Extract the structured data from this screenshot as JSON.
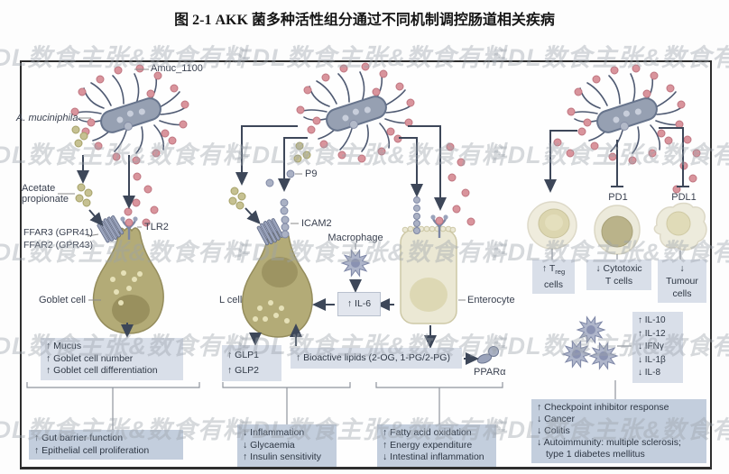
{
  "title": "图 2-1 AKK 菌多种活性组分通过不同机制调控肠道相关疾病",
  "watermark": "FDL数食主张&数食有料",
  "colors": {
    "box_light": "#d9dfe9",
    "box_dark": "#c3cedd",
    "arrow": "#3d4759",
    "cell_olive": "#b3ab77",
    "cell_cream": "#ebe8d4",
    "dot_red": "#d9949c",
    "dot_olive": "#c6c192",
    "bacterium_body": "#96a0b2"
  },
  "left": {
    "amuc": "Amuc_1100",
    "species": "A. muciniphila",
    "acetate": [
      "Acetate",
      "propionate"
    ],
    "tlr2": "TLR2",
    "ffar3": "FFAR3 (GPR41)",
    "ffar2": "FFAR2 (GPR43)",
    "goblet": "Goblet cell",
    "box1": [
      "↑ Mucus",
      "↑ Goblet cell number",
      "↑ Goblet cell differentiation"
    ],
    "box2": [
      "↑ Gut barrier function",
      "↑ Epithelial cell proliferation"
    ]
  },
  "middle": {
    "p9": "P9",
    "icam2": "ICAM2",
    "macrophage": "Macrophage",
    "lcell": "L cell",
    "il6": "↑ IL-6",
    "enterocyte": "Enterocyte",
    "glp": [
      "↑ GLP1",
      "↑ GLP2"
    ],
    "bioactive": "↑ Bioactive lipids (2-OG, 1-PG/2-PG)",
    "ppar": "PPARα",
    "box1": [
      "↓ Inflammation",
      "↓ Glycaemia",
      "↑ Insulin sensitivity"
    ],
    "box2": [
      "↑ Fatty acid oxidation",
      "↑ Energy expenditure",
      "↓ Intestinal inflammation"
    ]
  },
  "right": {
    "pd1": "PD1",
    "pdl1": "PDL1",
    "treg_prefix": "↑ T",
    "treg_sub": "reg",
    "treg_line2": "cells",
    "cytotoxic": [
      "↓ Cytotoxic",
      "T cells"
    ],
    "tumour": [
      "↓ Tumour",
      "cells"
    ],
    "cytokines": [
      "↑ IL-10",
      "↑ IL-12",
      "↓ IFNγ",
      "↓ IL-1β",
      "↓ IL-8"
    ],
    "box": [
      "↑ Checkpoint inhibitor response",
      "↓ Cancer",
      "↓ Colitis",
      "↓ Autoimmunity: multiple sclerosis;",
      "type 1 diabetes mellitus"
    ]
  }
}
